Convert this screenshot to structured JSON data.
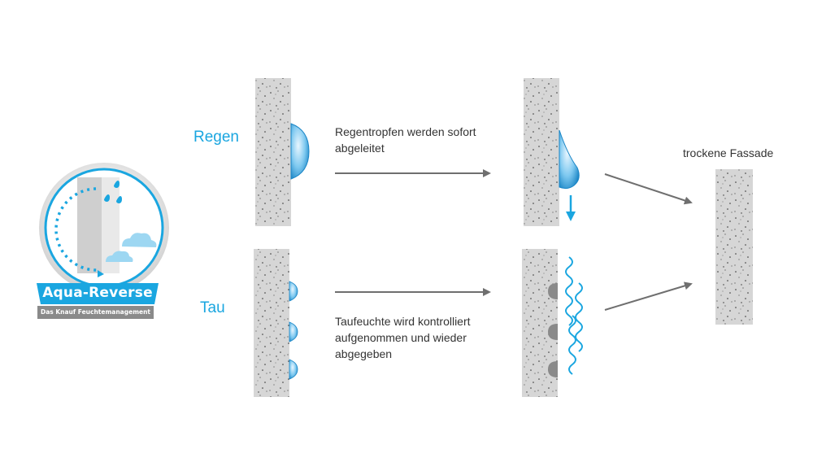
{
  "logo": {
    "title": "Aqua-Reverse",
    "subtitle": "Das Knauf Feuchtemanagement"
  },
  "rows": {
    "rain": {
      "label": "Regen",
      "description_line1": "Regentropfen werden sofort",
      "description_line2": "abgeleitet"
    },
    "dew": {
      "label": "Tau",
      "description_line1": "Taufeuchte wird kontrolliert",
      "description_line2": "aufgenommen und wieder",
      "description_line3": "abgegeben"
    }
  },
  "result": {
    "label": "trockene Fassade"
  },
  "colors": {
    "accent_blue": "#1aa6e0",
    "wall_gray": "#d4d4d4",
    "arrow_gray": "#6f6f6f",
    "text": "#333333"
  }
}
